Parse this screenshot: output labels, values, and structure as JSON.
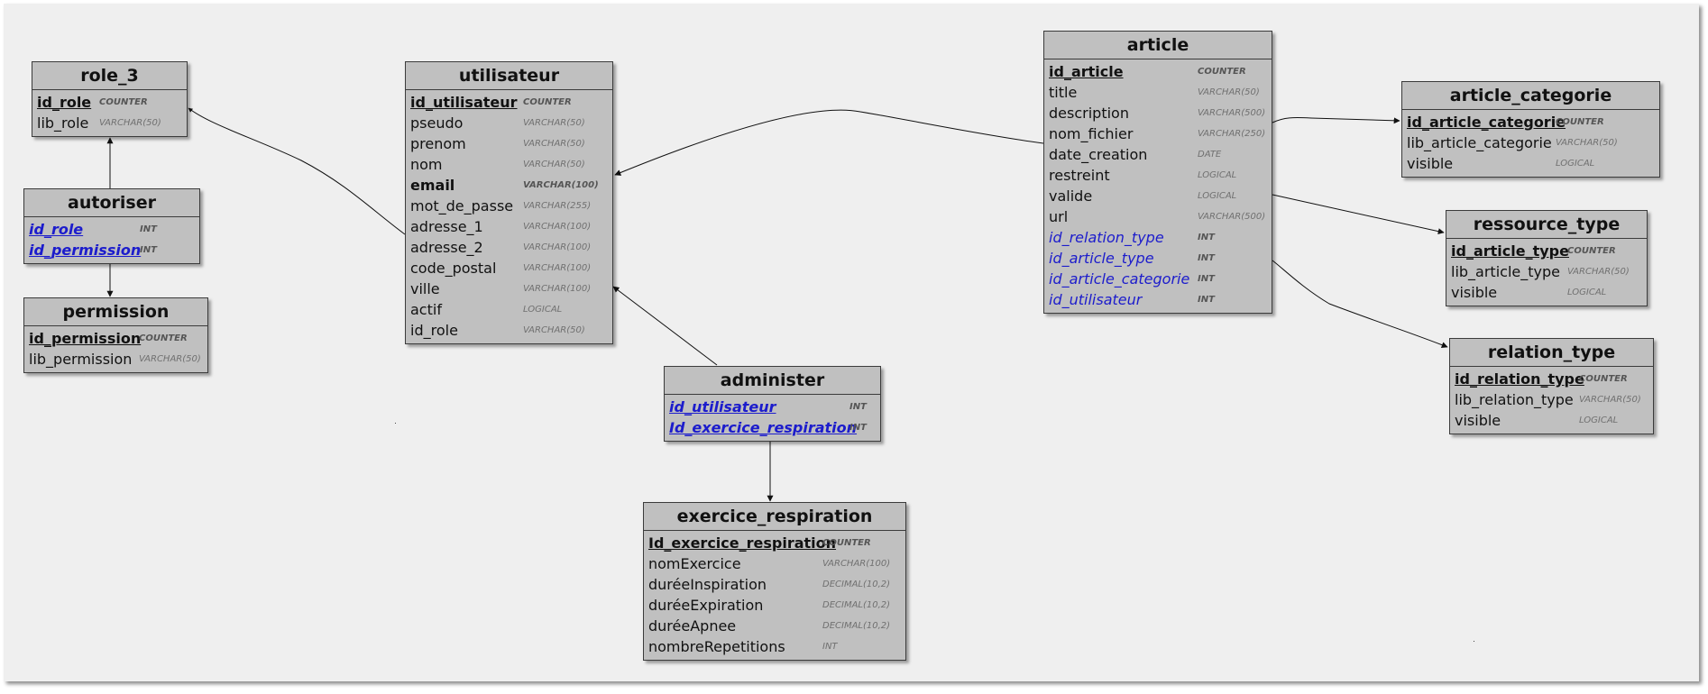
{
  "entities": {
    "role_3": {
      "title": "role_3",
      "fields": [
        {
          "name": "id_role",
          "type": "COUNTER"
        },
        {
          "name": "lib_role",
          "type": "VARCHAR(50)"
        }
      ]
    },
    "autoriser": {
      "title": "autoriser",
      "fields": [
        {
          "name": "id_role",
          "type": "INT"
        },
        {
          "name": "id_permission",
          "type": "INT"
        }
      ]
    },
    "permission": {
      "title": "permission",
      "fields": [
        {
          "name": "id_permission",
          "type": "COUNTER"
        },
        {
          "name": "lib_permission",
          "type": "VARCHAR(50)"
        }
      ]
    },
    "utilisateur": {
      "title": "utilisateur",
      "fields": [
        {
          "name": "id_utilisateur",
          "type": "COUNTER"
        },
        {
          "name": "pseudo",
          "type": "VARCHAR(50)"
        },
        {
          "name": "prenom",
          "type": "VARCHAR(50)"
        },
        {
          "name": "nom",
          "type": "VARCHAR(50)"
        },
        {
          "name": "email",
          "type": "VARCHAR(100)"
        },
        {
          "name": "mot_de_passe",
          "type": "VARCHAR(255)"
        },
        {
          "name": "adresse_1",
          "type": "VARCHAR(100)"
        },
        {
          "name": "adresse_2",
          "type": "VARCHAR(100)"
        },
        {
          "name": "code_postal",
          "type": "VARCHAR(100)"
        },
        {
          "name": "ville",
          "type": "VARCHAR(100)"
        },
        {
          "name": "actif",
          "type": "LOGICAL"
        },
        {
          "name": "id_role",
          "type": "VARCHAR(50)"
        }
      ]
    },
    "administer": {
      "title": "administer",
      "fields": [
        {
          "name": "id_utilisateur",
          "type": "INT"
        },
        {
          "name": "Id_exercice_respiration",
          "type": "INT"
        }
      ]
    },
    "exercice_respiration": {
      "title": "exercice_respiration",
      "fields": [
        {
          "name": "Id_exercice_respiration",
          "type": "COUNTER"
        },
        {
          "name": "nomExercice",
          "type": "VARCHAR(100)"
        },
        {
          "name": "duréeInspiration",
          "type": "DECIMAL(10,2)"
        },
        {
          "name": "duréeExpiration",
          "type": "DECIMAL(10,2)"
        },
        {
          "name": "duréeApnee",
          "type": "DECIMAL(10,2)"
        },
        {
          "name": "nombreRepetitions",
          "type": "INT"
        }
      ]
    },
    "article": {
      "title": "article",
      "fields": [
        {
          "name": "id_article",
          "type": "COUNTER"
        },
        {
          "name": "title",
          "type": "VARCHAR(50)"
        },
        {
          "name": "description",
          "type": "VARCHAR(500)"
        },
        {
          "name": "nom_fichier",
          "type": "VARCHAR(250)"
        },
        {
          "name": "date_creation",
          "type": "DATE"
        },
        {
          "name": "restreint",
          "type": "LOGICAL"
        },
        {
          "name": "valide",
          "type": "LOGICAL"
        },
        {
          "name": "url",
          "type": "VARCHAR(500)"
        },
        {
          "name": "id_relation_type",
          "type": "INT"
        },
        {
          "name": "id_article_type",
          "type": "INT"
        },
        {
          "name": "id_article_categorie",
          "type": "INT"
        },
        {
          "name": "id_utilisateur",
          "type": "INT"
        }
      ]
    },
    "article_categorie": {
      "title": "article_categorie",
      "fields": [
        {
          "name": "id_article_categorie",
          "type": "COUNTER"
        },
        {
          "name": "lib_article_categorie",
          "type": "VARCHAR(50)"
        },
        {
          "name": "visible",
          "type": "LOGICAL"
        }
      ]
    },
    "ressource_type": {
      "title": "ressource_type",
      "fields": [
        {
          "name": "id_article_type",
          "type": "COUNTER"
        },
        {
          "name": "lib_article_type",
          "type": "VARCHAR(50)"
        },
        {
          "name": "visible",
          "type": "LOGICAL"
        }
      ]
    },
    "relation_type": {
      "title": "relation_type",
      "fields": [
        {
          "name": "id_relation_type",
          "type": "COUNTER"
        },
        {
          "name": "lib_relation_type",
          "type": "VARCHAR(50)"
        },
        {
          "name": "visible",
          "type": "LOGICAL"
        }
      ]
    }
  },
  "colors": {
    "canvas": "#efefef",
    "entity_fill": "#c0c0c0",
    "border": "#3b3b3b",
    "foreign_key": "#1c1ccc",
    "type_text": "#707070",
    "link": "#111111"
  }
}
